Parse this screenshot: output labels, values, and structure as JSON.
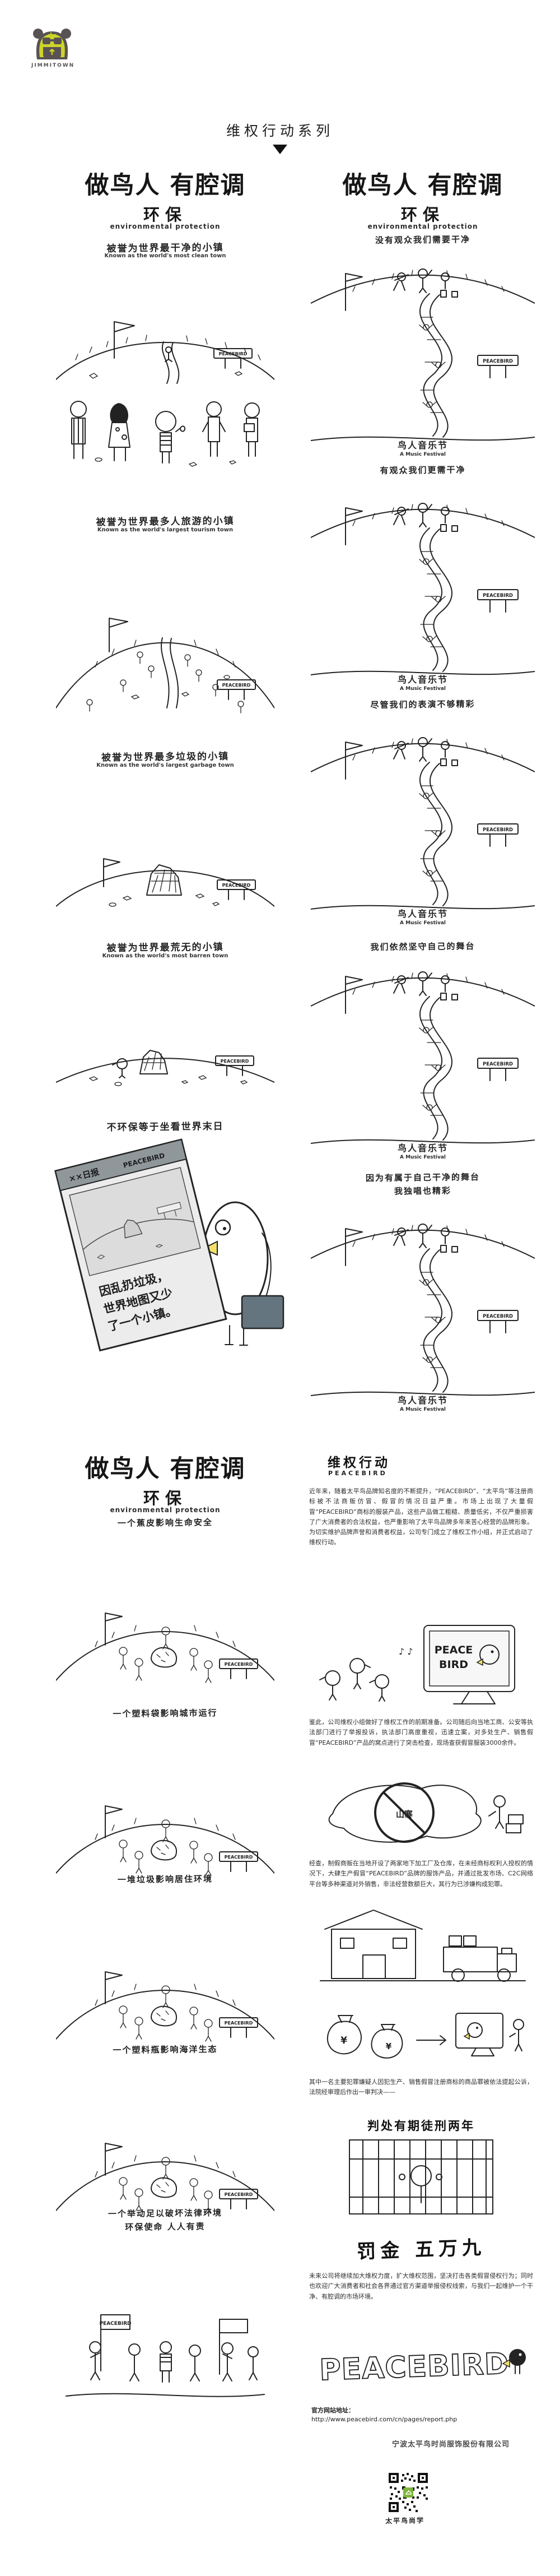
{
  "brand": "PEACEBIRD",
  "logo": {
    "name": "JIMMITOWN",
    "yellow": "#ccd42a",
    "dark": "#595254"
  },
  "header": {
    "series_title": "维权行动系列"
  },
  "misc": {
    "music_notes": "♪ ♪",
    "yen": "¥",
    "no_label": "山寨"
  },
  "section1": {
    "left": {
      "title": "做鸟人 有腔调",
      "subtitle": "环保",
      "subtitle_en": "environmental protection",
      "caps": [
        {
          "zh": "被誉为世界最干净的小镇",
          "en": "Known as the world's most clean town"
        },
        {
          "zh": "被誉为世界最多人旅游的小镇",
          "en": "Known as the world's largest tourism town"
        },
        {
          "zh": "被誉为世界最多垃圾的小镇",
          "en": "Known as the world's largest garbage town"
        },
        {
          "zh": "被誉为世界最荒无的小镇",
          "en": "Known as the world's most barren town"
        },
        {
          "zh": "不环保等于坐看世界末日",
          "en": ""
        }
      ],
      "news": {
        "masthead": "××日报",
        "brand": "PEACEBIRD",
        "headline_lines": [
          "因乱扔垃圾，",
          "世界地图又少",
          "了一个小镇。"
        ]
      }
    },
    "right": {
      "title": "做鸟人 有腔调",
      "subtitle": "环保",
      "subtitle_en": "environmental protection",
      "intro": "没有观众我们需要干净",
      "festival_label": "鸟人音乐节",
      "festival_label_en": "A Music Festival",
      "captions": [
        "有观众我们更需干净",
        "尽管我们的表演不够精彩",
        "我们依然坚守自己的舞台",
        "因为有属于自己干净的舞台",
        "我独唱也精彩"
      ]
    }
  },
  "section2": {
    "left": {
      "title": "做鸟人 有腔调",
      "subtitle": "环保",
      "subtitle_en": "environmental protection",
      "captions": [
        "一个蕉皮影响生命安全",
        "一个塑料袋影响城市运行",
        "一堆垃圾影响居住环境",
        "一个塑料瓶影响海洋生态",
        "一个举动足以破坏法律环境",
        "环保使命 人人有责"
      ]
    },
    "right": {
      "heading": "维权行动",
      "heading_en": "PEACEBIRD",
      "paragraphs": [
        "近年来，随着太平鸟品牌知名度的不断提升，“PEACEBIRD”、“太平鸟”等注册商标被不法商贩仿冒、假冒的情况日益严重。市场上出现了大量假冒“PEACEBIRD”商标的服装产品，这些产品做工粗糙、质量低劣，不仅严重损害了广大消费者的合法权益，也严重影响了太平鸟品牌多年来苦心经营的品牌形象。为切实维护品牌声誉和消费者权益，公司专门成立了维权工作小组，并正式启动了维权行动。",
        "鉴此，公司维权小组做好了维权工作的前期准备。公司随后向当地工商、公安等执法部门进行了举报投诉，执法部门高度重视，迅速立案，对多处生产、销售假冒“PEACEBIRD”产品的窝点进行了突击检查，现场查获假冒服装3000余件。",
        "经查，制假商贩在当地开设了两家地下加工厂及仓库，在未经商标权利人授权的情况下，大肆生产假冒“PEACEBIRD”品牌的服饰产品，并通过批发市场、C2C网络平台等多种渠道对外销售，非法经营数额巨大，其行为已涉嫌构成犯罪。",
        "其中一名主要犯罪嫌疑人因犯生产、销售假冒注册商标的商品罪被依法提起公诉，法院经审理后作出一审判决——",
        "未来公司将继续加大维权力度，扩大维权范围，坚决打击各类假冒侵权行为；同时也欢迎广大消费者和社会各界通过官方渠道举报侵权线索，与我们一起维护一个干净、有腔调的市场环境。"
      ],
      "verdict": "判处有期徒刑两年",
      "fine": "罚金 五万九",
      "brand_big": "PEACEBIRD",
      "tv_lines": [
        "PEACE",
        "BIRD"
      ],
      "site_label": "官方网站地址：",
      "site_url": "http://www.peacebird.com/cn/pages/report.php",
      "company": "宁波太平鸟时尚服饰股份有限公司",
      "qr_label": "太平鸟尚学",
      "qr_green": "#7fb43c"
    }
  }
}
